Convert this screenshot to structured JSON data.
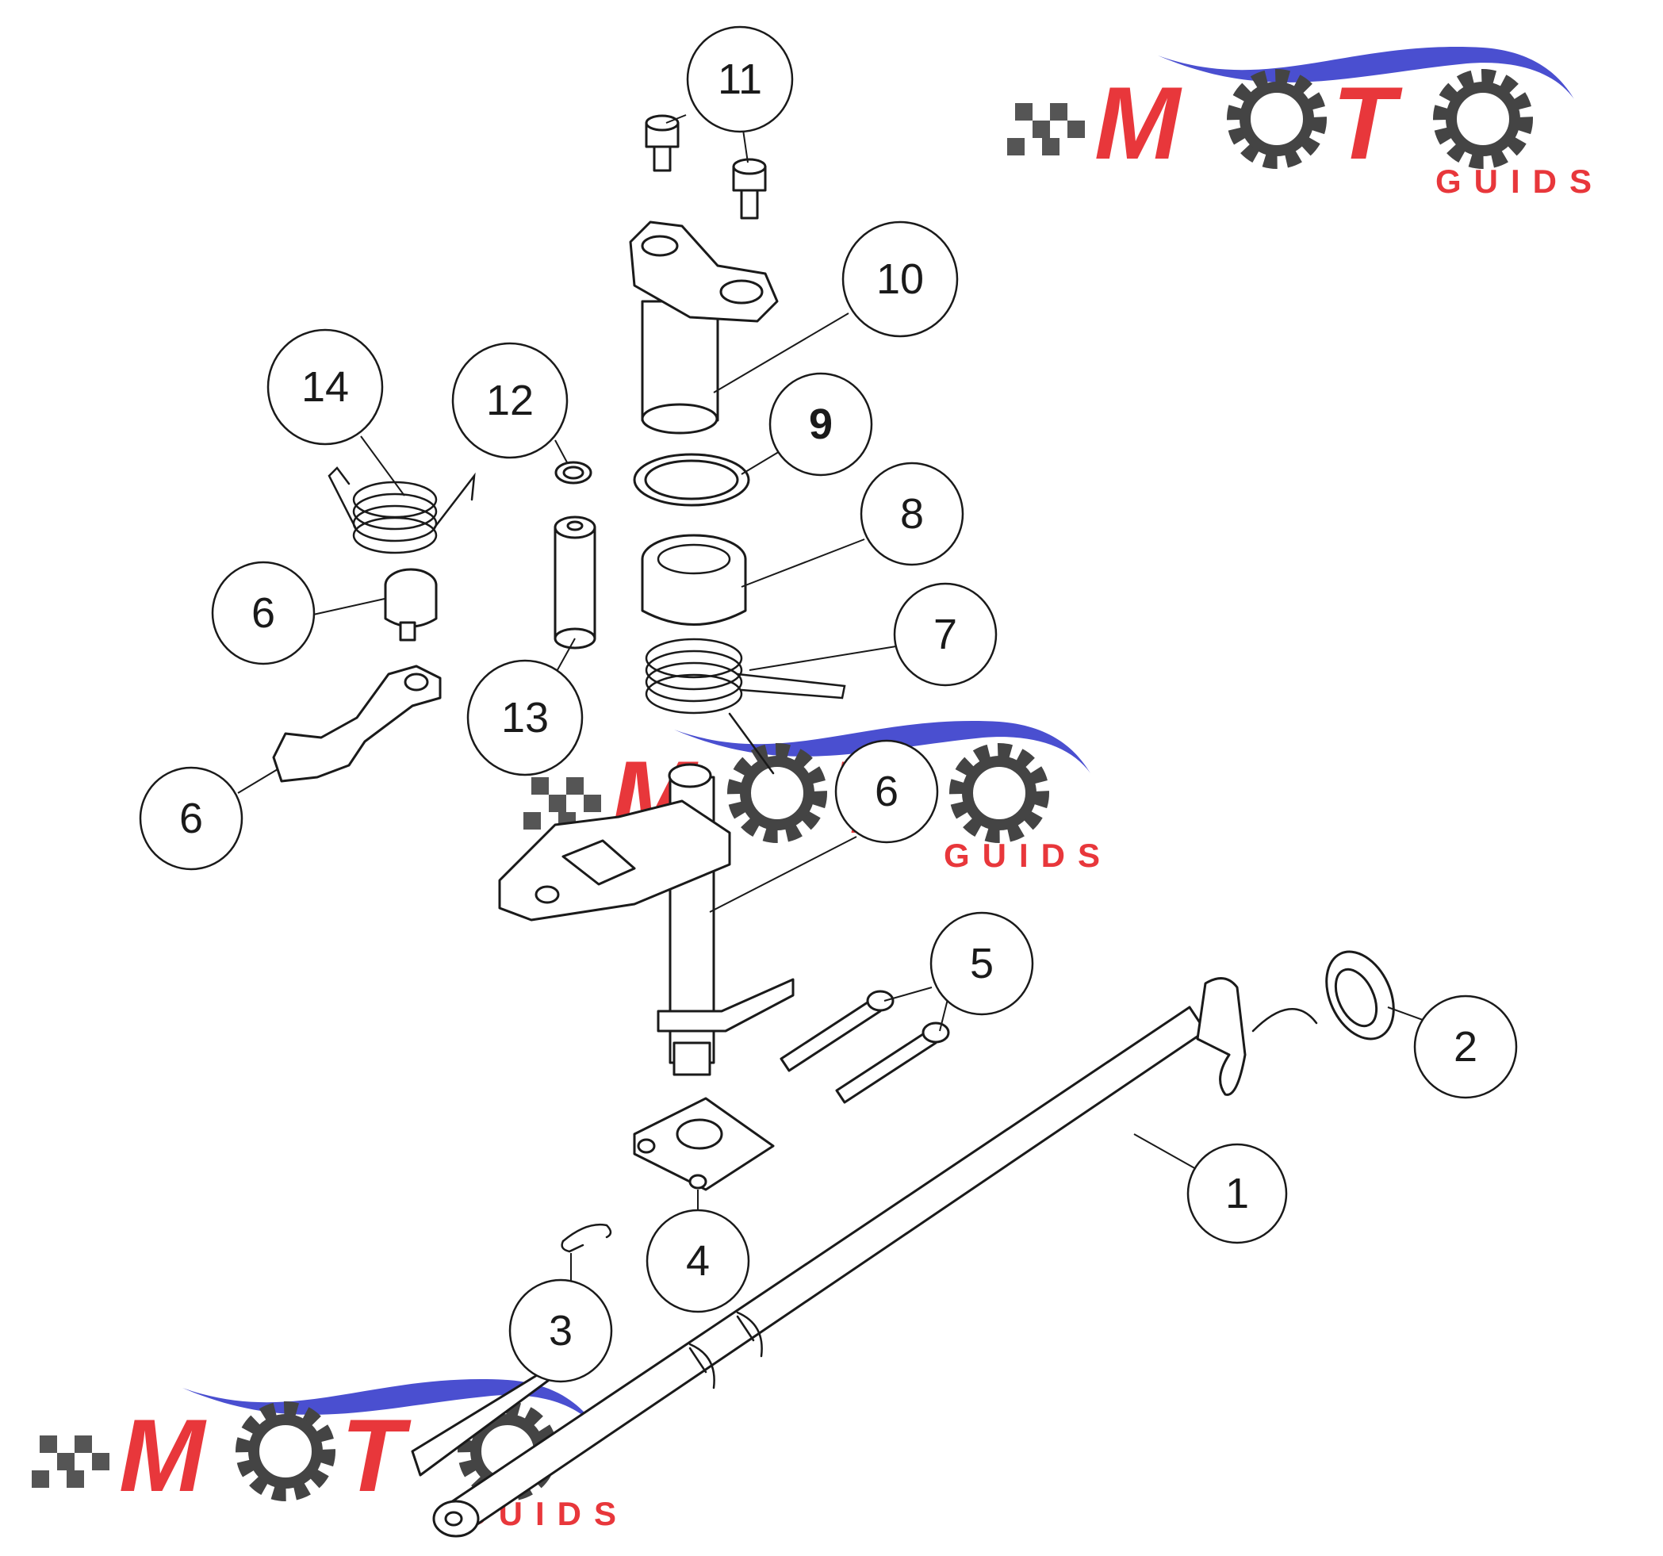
{
  "callouts": [
    {
      "id": "c11",
      "label": "11",
      "bold": false
    },
    {
      "id": "c10",
      "label": "10",
      "bold": false
    },
    {
      "id": "c14",
      "label": "14",
      "bold": false
    },
    {
      "id": "c12",
      "label": "12",
      "bold": false
    },
    {
      "id": "c9",
      "label": "9",
      "bold": true
    },
    {
      "id": "c8",
      "label": "8",
      "bold": false
    },
    {
      "id": "c6a",
      "label": "6",
      "bold": false
    },
    {
      "id": "c7",
      "label": "7",
      "bold": false
    },
    {
      "id": "c13",
      "label": "13",
      "bold": false
    },
    {
      "id": "c6b",
      "label": "6",
      "bold": false
    },
    {
      "id": "c6c",
      "label": "6",
      "bold": false
    },
    {
      "id": "c5",
      "label": "5",
      "bold": false
    },
    {
      "id": "c2",
      "label": "2",
      "bold": false
    },
    {
      "id": "c1",
      "label": "1",
      "bold": false
    },
    {
      "id": "c4",
      "label": "4",
      "bold": false
    },
    {
      "id": "c3",
      "label": "3",
      "bold": false
    }
  ],
  "watermark": {
    "word": "MOTO",
    "sub": "GUIDS",
    "colors": {
      "swoosh": "#4a4fd0",
      "letters": "#e8373b",
      "gear": "#444444",
      "checker": "#555555"
    }
  }
}
